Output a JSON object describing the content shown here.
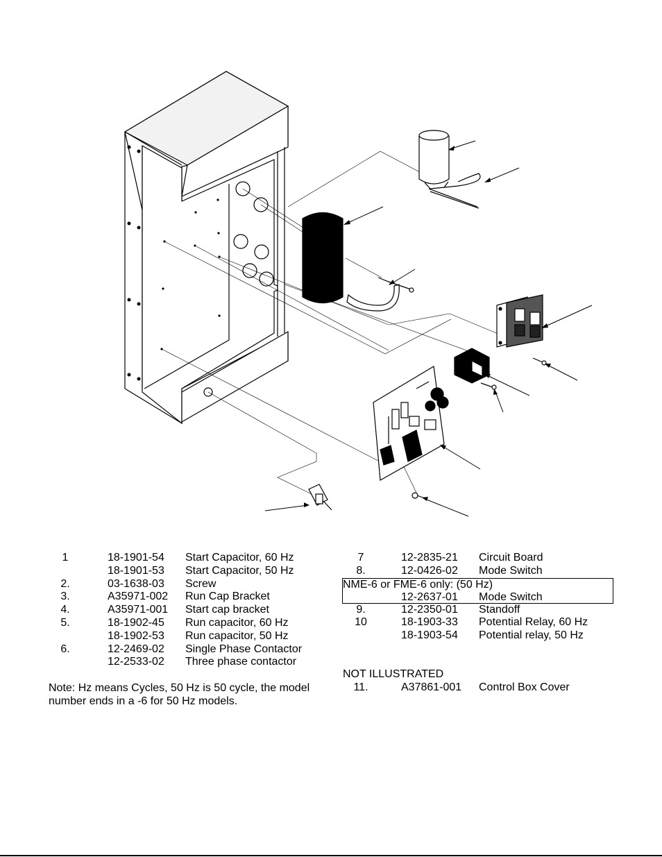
{
  "left_parts": [
    {
      "num": "1",
      "pn": "18-1901-54",
      "desc": "Start Capacitor, 60 Hz"
    },
    {
      "num": "",
      "pn": "18-1901-53",
      "desc": "Start Capacitor, 50 Hz"
    },
    {
      "num": "2.",
      "pn": "03-1638-03",
      "desc": "Screw"
    },
    {
      "num": "3.",
      "pn": "A35971-002",
      "desc": "Run Cap Bracket"
    },
    {
      "num": "4.",
      "pn": "A35971-001",
      "desc": "Start cap bracket"
    },
    {
      "num": "5.",
      "pn": "18-1902-45",
      "desc": "Run capacitor, 60 Hz"
    },
    {
      "num": "",
      "pn": "18-1902-53",
      "desc": "Run capacitor, 50 Hz"
    },
    {
      "num": "6.",
      "pn": "12-2469-02",
      "desc": "Single Phase Contactor"
    },
    {
      "num": "",
      "pn": "12-2533-02",
      "desc": "Three phase contactor"
    }
  ],
  "right_parts_a": [
    {
      "num": "7",
      "pn": "12-2835-21",
      "desc": "Circuit Board"
    },
    {
      "num": "8.",
      "pn": "12-0426-02",
      "desc": "Mode Switch"
    }
  ],
  "boxed": {
    "title": "NME-6 or FME-6 only: (50 Hz)",
    "part": {
      "num": "",
      "pn": "12-2637-01",
      "desc": "Mode Switch"
    }
  },
  "right_parts_b": [
    {
      "num": "9.",
      "pn": "12-2350-01",
      "desc": "Standoff"
    },
    {
      "num": "10",
      "pn": "18-1903-33",
      "desc": "Potential Relay, 60 Hz"
    },
    {
      "num": "",
      "pn": "18-1903-54",
      "desc": "Potential relay, 50 Hz"
    }
  ],
  "not_illustrated_heading": "NOT ILLUSTRATED",
  "not_illustrated": [
    {
      "num": "11.",
      "pn": "A37861-001",
      "desc": "Control Box Cover"
    }
  ],
  "note": "Note: Hz means Cycles, 50 Hz is 50 cycle, the model number ends in a -6 for 50 Hz models."
}
